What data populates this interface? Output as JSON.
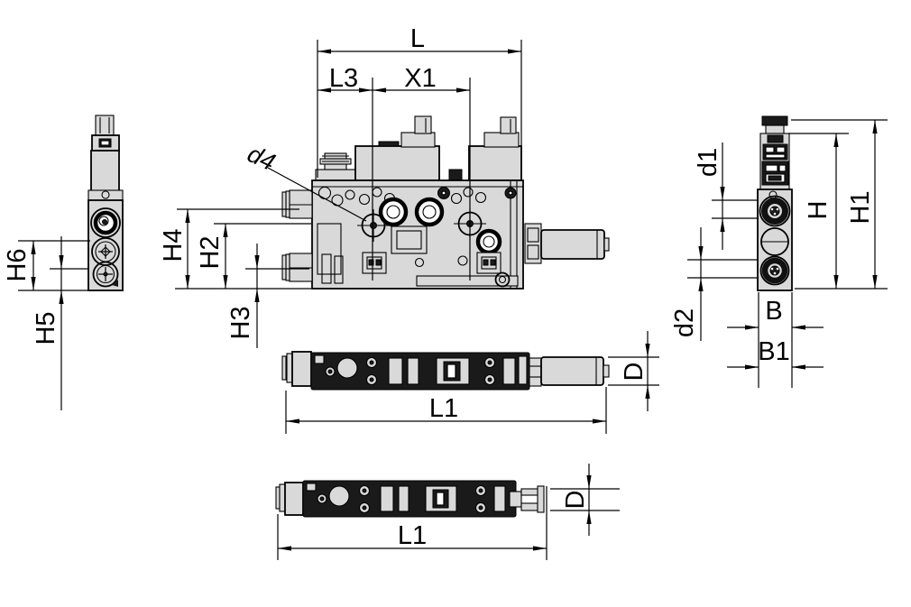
{
  "drawing": {
    "type": "technical-dimension-drawing",
    "colors": {
      "line": "#000000",
      "body_fill": "#d9d9d9",
      "dark_fill": "#1a1a1a",
      "background": "#ffffff"
    },
    "views": {
      "front_view": {
        "dims": {
          "L": "L",
          "L3": "L3",
          "X1": "X1",
          "d4": "d4",
          "H4": "H4",
          "H2": "H2",
          "H3": "H3"
        }
      },
      "left_side_view": {
        "dims": {
          "H6": "H6",
          "H5": "H5"
        }
      },
      "right_side_view": {
        "dims": {
          "d1": "d1",
          "d2": "d2",
          "H": "H",
          "H1": "H1",
          "B": "B",
          "B1": "B1"
        }
      },
      "side_view_with_silencer": {
        "dims": {
          "L1": "L1",
          "D": "D"
        }
      },
      "underside_view": {
        "dims": {
          "L1": "L1",
          "D": "D"
        }
      }
    }
  }
}
